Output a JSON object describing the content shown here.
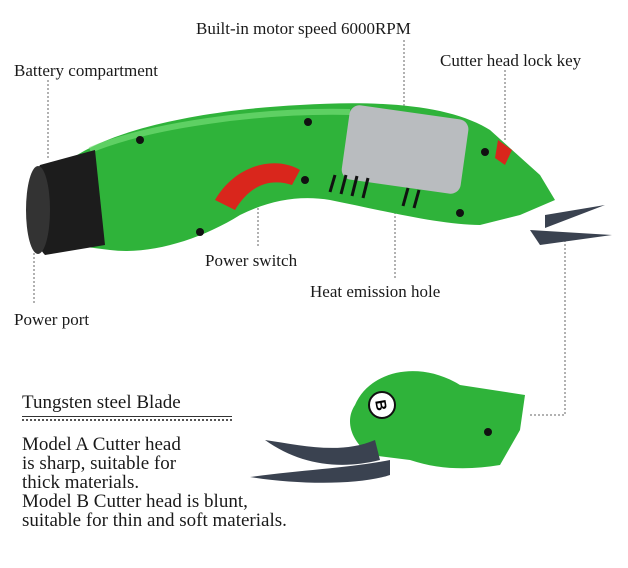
{
  "labels": {
    "motor": "Built-in motor speed 6000RPM",
    "battery": "Battery compartment",
    "lock_key": "Cutter head lock key",
    "power_switch": "Power switch",
    "heat_hole": "Heat emission hole",
    "power_port": "Power port"
  },
  "blade_section": {
    "title": "Tungsten steel Blade",
    "lines": [
      "Model A Cutter head",
      "is sharp, suitable for",
      "thick materials.",
      "Model B Cutter head is blunt,",
      "suitable for thin and soft materials."
    ]
  },
  "head_badge": "B",
  "colors": {
    "body_green": "#2fb33a",
    "switch_red": "#d9261c",
    "battery_black": "#1c1c1c",
    "blade": "#3a4250"
  }
}
